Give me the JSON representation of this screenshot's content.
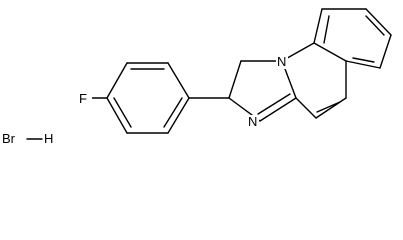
{
  "structure": {
    "atoms": {
      "fluorine": "F",
      "ring_nitrogen": "N",
      "imine_nitrogen": "N",
      "salt_bromine": "Br",
      "salt_hydrogen": "H"
    }
  },
  "colors": {
    "bond": "#000000",
    "background": "#ffffff"
  }
}
